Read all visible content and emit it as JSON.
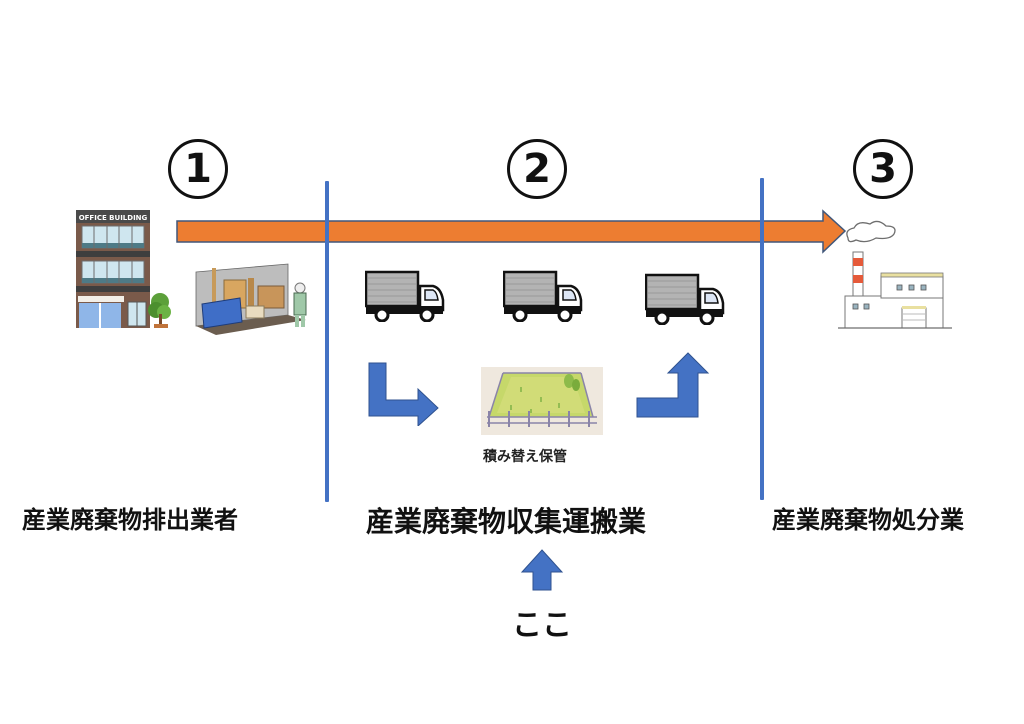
{
  "steps": [
    {
      "number": "1",
      "title": "産業廃棄物排出業者"
    },
    {
      "number": "2",
      "title": "産業廃棄物収集運搬業"
    },
    {
      "number": "3",
      "title": "産業廃棄物処分業"
    }
  ],
  "building": {
    "sign": "OFFICE BUILDING"
  },
  "storage": {
    "caption": "積み替え保管"
  },
  "pointer": {
    "label": "ここ"
  },
  "colors": {
    "flow_arrow": "#ed7d31",
    "flow_arrow_border": "#41577a",
    "divider": "#4472c4",
    "blue_arrow": "#4472c4",
    "blue_arrow_border": "#2f528f"
  },
  "icons": {
    "building": "office-building-icon",
    "waste": "waste-pile-icon",
    "truck": "truck-icon",
    "storage_yard": "fenced-yard-icon",
    "factory": "factory-icon"
  }
}
